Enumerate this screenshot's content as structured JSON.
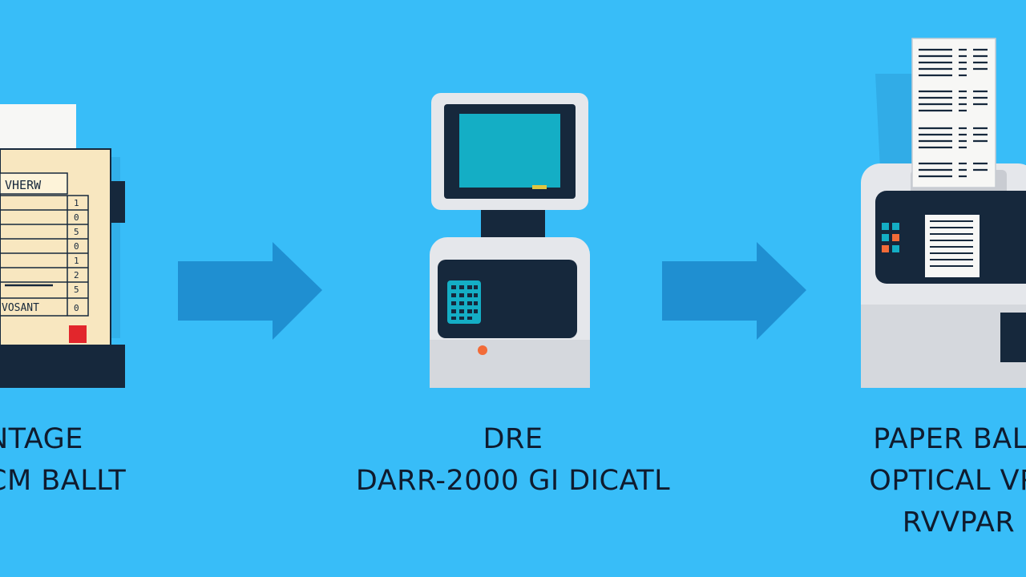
{
  "colors": {
    "background": "#38bdf8",
    "arrow": "#1f8fd1",
    "dark_navy": "#16283c",
    "device_gray": "#e5e7eb",
    "screen_teal": "#14aec5",
    "paper_cream": "#f8e7c0",
    "accent_red": "#e2262c",
    "accent_orange": "#f26b38"
  },
  "left_machine": {
    "icon": "ballot-box-icon",
    "ballot_header": "VHERW",
    "ballot_footer": "VOSANT"
  },
  "arrows": [
    {
      "icon": "right-arrow-icon"
    },
    {
      "icon": "right-arrow-icon"
    }
  ],
  "middle_machine": {
    "icon": "dre-voting-machine-icon"
  },
  "right_machine": {
    "icon": "optical-scanner-icon"
  },
  "captions": {
    "left": {
      "line1": "NTAGE",
      "line2": "CM BALLT"
    },
    "middle": {
      "line1": "DRE",
      "line2": "DARR-2000 GI DICATL"
    },
    "right": {
      "line1": "PAPER BALL",
      "line2": "OPTICAL VRI",
      "line3": "RVVPAR"
    }
  }
}
